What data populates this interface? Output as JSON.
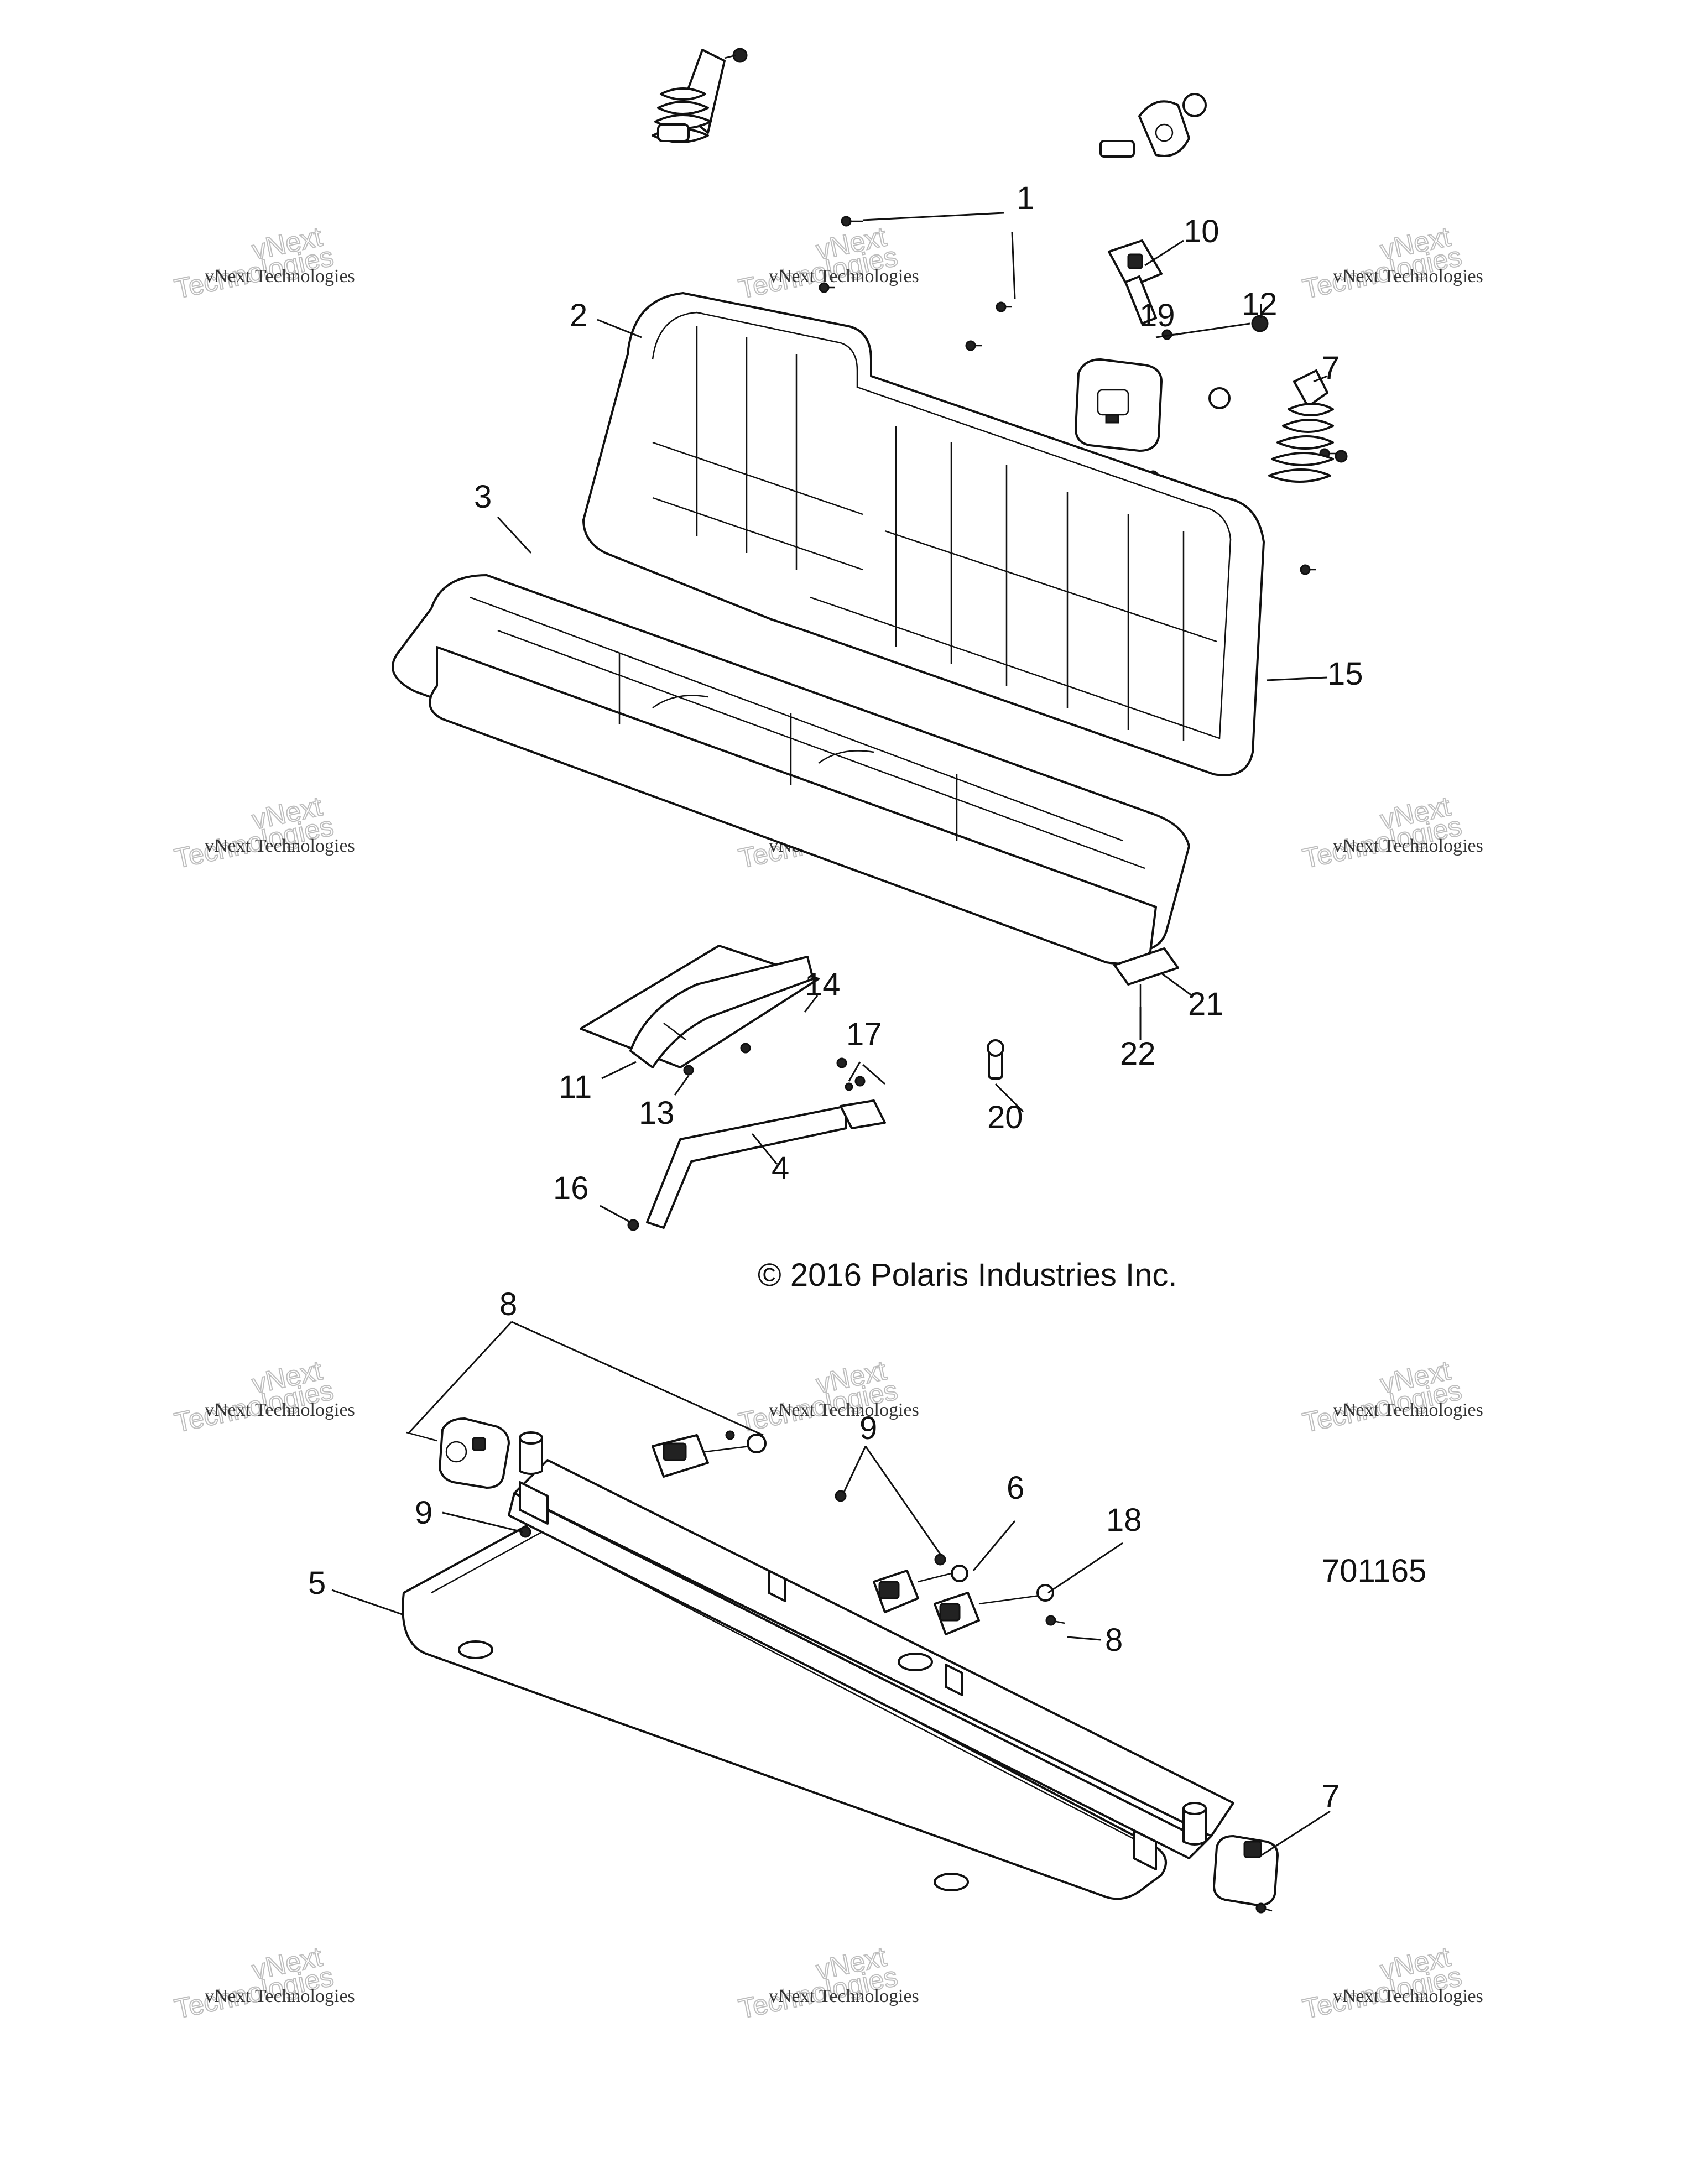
{
  "diagram": {
    "copyright": "© 2016 Polaris Industries Inc.",
    "figure_number": "701165",
    "watermark_line1": "vNext Technologies",
    "watermark_line2": "vNext\nTechnologies",
    "callouts": [
      "1",
      "2",
      "3",
      "4",
      "5",
      "6",
      "7",
      "7",
      "8",
      "8",
      "9",
      "9",
      "10",
      "11",
      "12",
      "13",
      "14",
      "15",
      "16",
      "17",
      "18",
      "19",
      "20",
      "21",
      "22"
    ]
  }
}
